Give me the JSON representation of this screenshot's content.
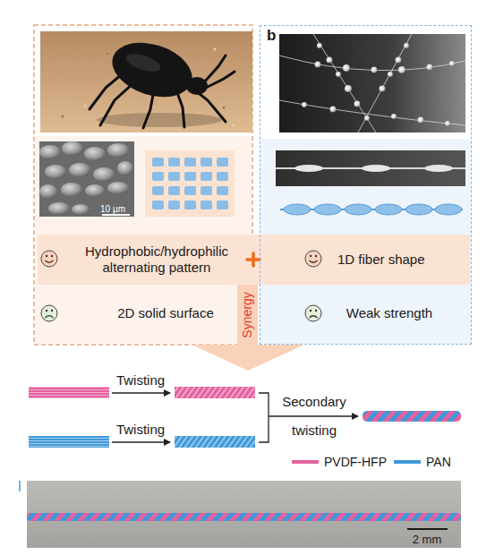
{
  "diagram": {
    "nodes": [
      {
        "text": [
          "b"
        ]
      },
      {
        "text": [
          "Hydrophobic/hydrophilic alternating pattern",
          "1D fiber shape"
        ]
      }
    ],
    "labels": [
      "10 µm",
      "Synergy",
      "2D solid surface",
      "Weak strength",
      "Twisting",
      "Twisting",
      "Secondary twisting",
      "2 mm"
    ],
    "legend": [
      {
        "text": "PVDF-HFP",
        "color": "#e4619f"
      },
      {
        "text": "PAN",
        "color": "#3f98d8"
      }
    ]
  }
}
